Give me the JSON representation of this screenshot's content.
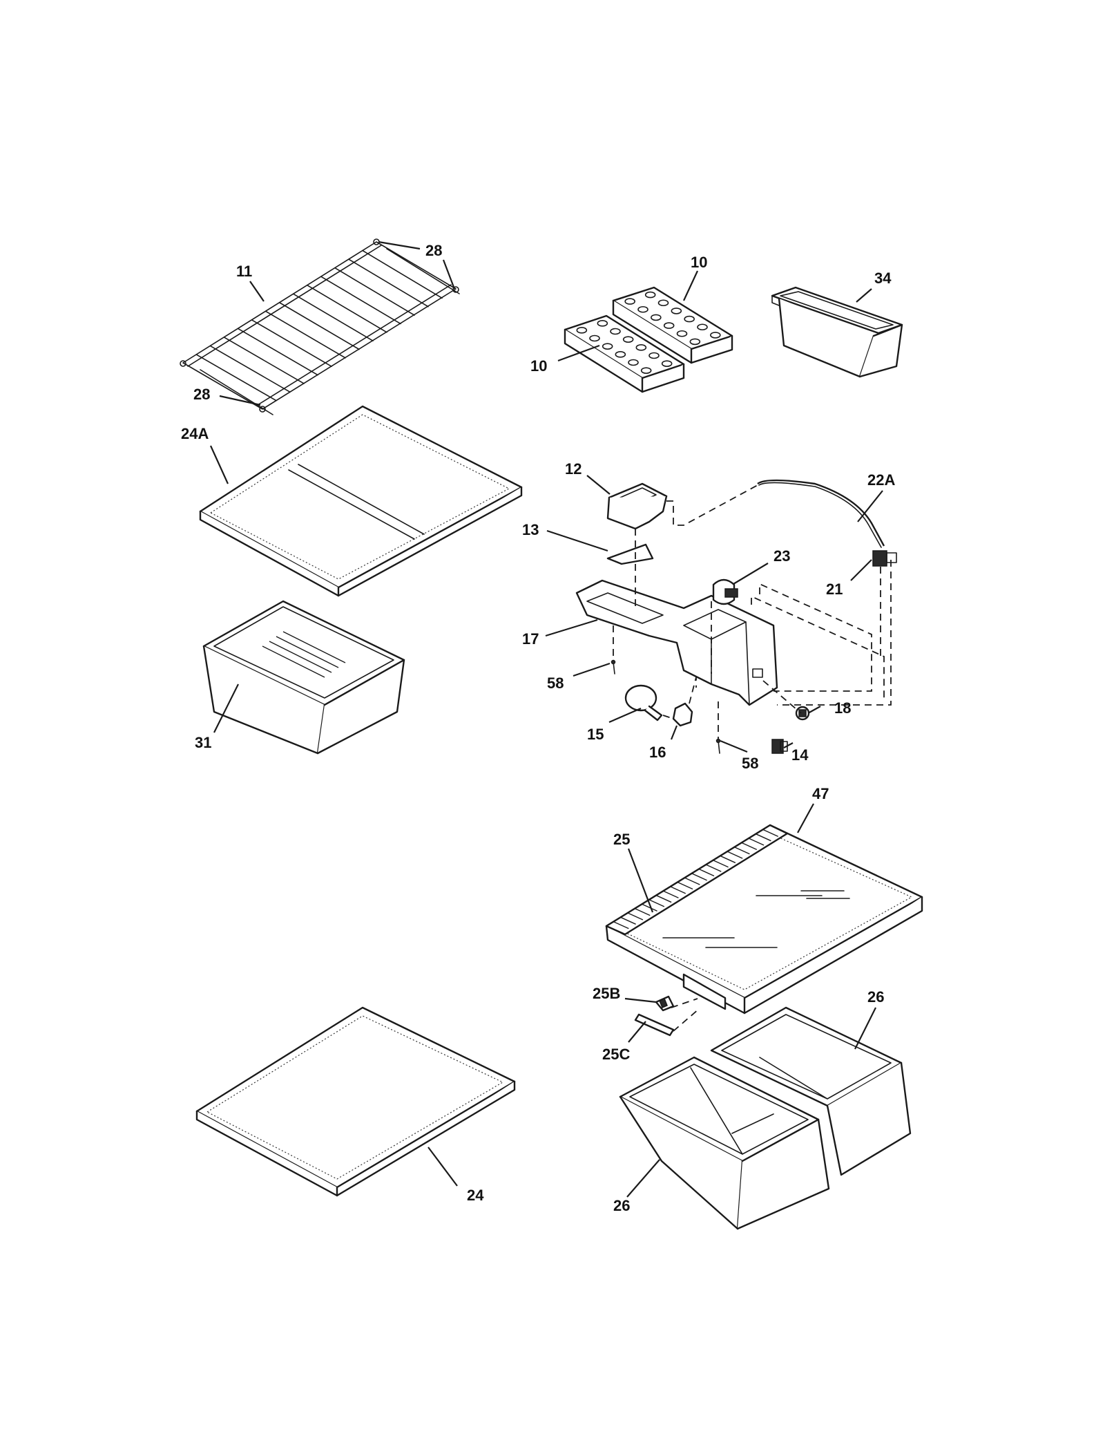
{
  "callouts": [
    {
      "id": "c-11",
      "text": "11"
    },
    {
      "id": "c-28a",
      "text": "28"
    },
    {
      "id": "c-28b",
      "text": "28"
    },
    {
      "id": "c-10a",
      "text": "10"
    },
    {
      "id": "c-10b",
      "text": "10"
    },
    {
      "id": "c-34",
      "text": "34"
    },
    {
      "id": "c-24A",
      "text": "24A"
    },
    {
      "id": "c-12",
      "text": "12"
    },
    {
      "id": "c-22A",
      "text": "22A"
    },
    {
      "id": "c-13",
      "text": "13"
    },
    {
      "id": "c-23",
      "text": "23"
    },
    {
      "id": "c-21",
      "text": "21"
    },
    {
      "id": "c-17",
      "text": "17"
    },
    {
      "id": "c-58a",
      "text": "58"
    },
    {
      "id": "c-18",
      "text": "18"
    },
    {
      "id": "c-15",
      "text": "15"
    },
    {
      "id": "c-16",
      "text": "16"
    },
    {
      "id": "c-14",
      "text": "14"
    },
    {
      "id": "c-58b",
      "text": "58"
    },
    {
      "id": "c-31",
      "text": "31"
    },
    {
      "id": "c-47",
      "text": "47"
    },
    {
      "id": "c-25",
      "text": "25"
    },
    {
      "id": "c-25B",
      "text": "25B"
    },
    {
      "id": "c-26a",
      "text": "26"
    },
    {
      "id": "c-25C",
      "text": "25C"
    },
    {
      "id": "c-24",
      "text": "24"
    },
    {
      "id": "c-26b",
      "text": "26"
    }
  ]
}
